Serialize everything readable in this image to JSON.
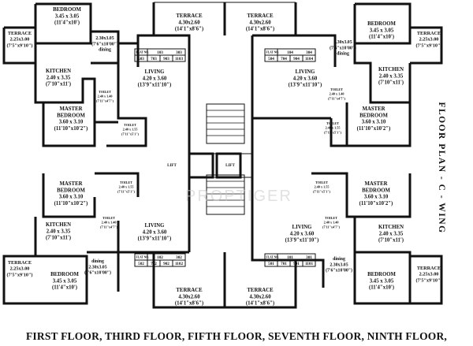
{
  "title_vertical": "FLOOR PLAN - C - WING",
  "footer_text": "FIRST FLOOR, THIRD FLOOR, FIFTH FLOOR, SEVENTH FLOOR, NINTH FLOOR,",
  "watermark": "PROPTIGER",
  "rooms": [
    {
      "id": "terrace-tl-side",
      "lines": [
        "TERRACE",
        "2.25x3.00",
        "(7'5\"x9'10\")"
      ]
    },
    {
      "id": "bedroom-tl",
      "lines": [
        "BEDROOM",
        "3.45 x 3.05",
        "(11'4\"x10')"
      ]
    },
    {
      "id": "dining-tl",
      "lines": [
        "2.30x3.05",
        "(7'6\"x10'00\")",
        "dining"
      ]
    },
    {
      "id": "kitchen-tl",
      "lines": [
        "KITCHEN",
        "2.40 x 3.35",
        "(7'10\"x11')"
      ]
    },
    {
      "id": "living-tl",
      "lines": [
        "LIVING",
        "4.20 x 3.60",
        "(13'9\"x11'10\")"
      ]
    },
    {
      "id": "toilet-tl-1",
      "lines": [
        "TOILET",
        "2.40 x 1.40",
        "(7'11\"x4'7\")"
      ]
    },
    {
      "id": "master-tl",
      "lines": [
        "MASTER",
        "BEDROOM",
        "3.60 x 3.10",
        "(11'10\"x10'2\")"
      ]
    },
    {
      "id": "toilet-tl-2",
      "lines": [
        "TOILET",
        "2.40 x 1.55",
        "(7'11\"x5'1\")"
      ]
    },
    {
      "id": "terrace-top-l",
      "lines": [
        "TERRACE",
        "4.30x2.60",
        "(14'1\"x8'6\")"
      ]
    },
    {
      "id": "terrace-top-r",
      "lines": [
        "TERRACE",
        "4.30x2.60",
        "(14'1\"x8'6\")"
      ]
    },
    {
      "id": "bedroom-tr",
      "lines": [
        "BEDROOM",
        "3.45 x 3.05",
        "(11'4\"x10')"
      ]
    },
    {
      "id": "terrace-tr-side",
      "lines": [
        "TERRACE",
        "2.25x3.00",
        "(7'5\"x9'10\")"
      ]
    },
    {
      "id": "dining-tr",
      "lines": [
        "2.30x3.05",
        "(7'6\"x10'00\")",
        "dining"
      ]
    },
    {
      "id": "living-tr",
      "lines": [
        "LIVING",
        "4.20 x 3.60",
        "(13'9\"x11'10\")"
      ]
    },
    {
      "id": "kitchen-tr",
      "lines": [
        "KITCHEN",
        "2.40 x 3.35",
        "(7'10\"x11')"
      ]
    },
    {
      "id": "toilet-tr-1",
      "lines": [
        "TOILET",
        "2.40 x 1.40",
        "(7'11\"x4'7\")"
      ]
    },
    {
      "id": "master-tr",
      "lines": [
        "MASTER",
        "BEDROOM",
        "3.60 x 3.10",
        "(11'10\"x10'2\")"
      ]
    },
    {
      "id": "toilet-tr-2",
      "lines": [
        "TOILET",
        "2.40 x 1.55",
        "(7'11\"x5'1\")"
      ]
    },
    {
      "id": "master-bl",
      "lines": [
        "MASTER",
        "BEDROOM",
        "3.60 x 3.10",
        "(11'10\"x10'2\")"
      ]
    },
    {
      "id": "toilet-bl-1",
      "lines": [
        "TOILET",
        "2.40 x 1.55",
        "(7'11\"x5'1\")"
      ]
    },
    {
      "id": "toilet-bl-2",
      "lines": [
        "TOILET",
        "2.40 x 1.40",
        "(7'11\"x4'7\")"
      ]
    },
    {
      "id": "kitchen-bl",
      "lines": [
        "KITCHEN",
        "2.40 x 3.35",
        "(7'10\"x11')"
      ]
    },
    {
      "id": "living-bl",
      "lines": [
        "LIVING",
        "4.20 x 3.60",
        "(13'9\"x11'10\")"
      ]
    },
    {
      "id": "terrace-bl-side",
      "lines": [
        "TERRACE",
        "2.25x3.00",
        "(7'5\"x9'10\")"
      ]
    },
    {
      "id": "dining-bl",
      "lines": [
        "dining",
        "2.30x3.05",
        "(7'6\"x10'00\")"
      ]
    },
    {
      "id": "bedroom-bl",
      "lines": [
        "BEDROOM",
        "3.45 x 3.05",
        "(11'4\"x10')"
      ]
    },
    {
      "id": "terrace-bot-l",
      "lines": [
        "TERRACE",
        "4.30x2.60",
        "(14'1\"x8'6\")"
      ]
    },
    {
      "id": "terrace-bot-r",
      "lines": [
        "TERRACE",
        "4.30x2.60",
        "(14'1\"x8'6\")"
      ]
    },
    {
      "id": "master-br",
      "lines": [
        "MASTER",
        "BEDROOM",
        "3.60 x 3.10",
        "(11'10\"x10'2\")"
      ]
    },
    {
      "id": "toilet-br-1",
      "lines": [
        "TOILET",
        "2.40 x 1.55",
        "(7'11\"x5'1\")"
      ]
    },
    {
      "id": "toilet-br-2",
      "lines": [
        "TOILET",
        "2.40 x 1.40",
        "(7'11\"x4'7\")"
      ]
    },
    {
      "id": "kitchen-br",
      "lines": [
        "KITCHEN",
        "2.40 x 3.35",
        "(7'10\"x11')"
      ]
    },
    {
      "id": "living-br",
      "lines": [
        "LIVING",
        "4.20 x 3.60",
        "(13'9\"x11'10\")"
      ]
    },
    {
      "id": "dining-br",
      "lines": [
        "dining",
        "2.30x3.05",
        "(7'6\"x10'00\")"
      ]
    },
    {
      "id": "bedroom-br",
      "lines": [
        "BEDROOM",
        "3.45 x 3.05",
        "(11'4\"x10')"
      ]
    },
    {
      "id": "terrace-br-side",
      "lines": [
        "TERRACE",
        "2.25x3.00",
        "(7'5\"x9'10\")"
      ]
    }
  ],
  "lifts": [
    {
      "id": "lift-left",
      "label": "LIFT"
    },
    {
      "id": "lift-right",
      "label": "LIFT"
    }
  ],
  "flat_tables": [
    {
      "id": "flats-tl",
      "header": "FLAT NO.",
      "rows": [
        [
          "103",
          "303"
        ],
        [
          "503",
          "703",
          "903",
          "1103"
        ]
      ]
    },
    {
      "id": "flats-tr",
      "header": "FLAT NO.",
      "rows": [
        [
          "104",
          "304"
        ],
        [
          "504",
          "704",
          "904",
          "1104"
        ]
      ]
    },
    {
      "id": "flats-bl",
      "header": "FLAT NO.",
      "rows": [
        [
          "102",
          "302"
        ],
        [
          "502",
          "702",
          "902",
          "1102"
        ]
      ]
    },
    {
      "id": "flats-br",
      "header": "FLAT NO.",
      "rows": [
        [
          "101",
          "301"
        ],
        [
          "501",
          "701",
          "901",
          "1101"
        ]
      ]
    }
  ]
}
